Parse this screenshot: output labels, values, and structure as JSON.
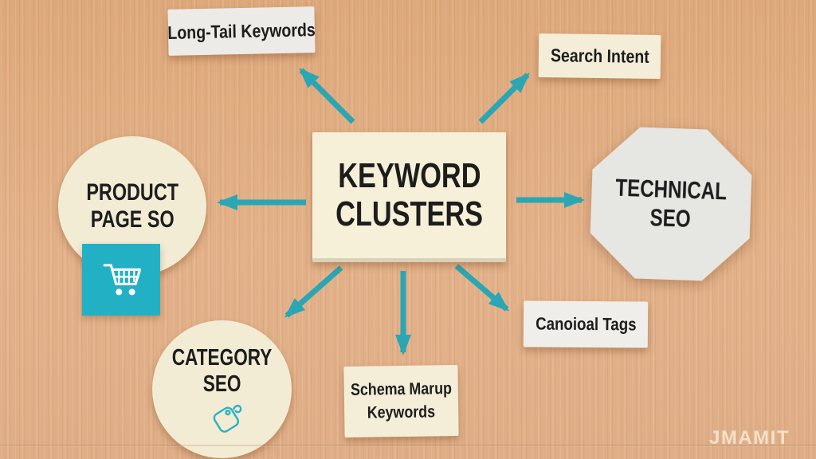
{
  "title": "Keyword Clusters SEO mind map",
  "watermark": "JMAMIT",
  "colors": {
    "teal_arrow": "#2aa6b4",
    "cart_teal": "#22b1c4",
    "tag_teal": "#2ab2c3",
    "cream_card": "#f6f0d9",
    "cream_circle": "#f2ecd5",
    "label_gray": "#ecebe7",
    "octagon_gray": "#e6e6e2",
    "wood_background": "#e0ac81",
    "text": "#1d1d1d"
  },
  "center": {
    "line1": "KEYWORD",
    "line2": "CLUSTERS"
  },
  "nodes": {
    "long_tail": {
      "label": "Long-Tail Keywords",
      "shape": "rectangle"
    },
    "search_intent": {
      "label": "Search Intent",
      "shape": "rectangle"
    },
    "technical": {
      "line1": "TECHNICAL",
      "line2": "SEO",
      "shape": "octagon"
    },
    "product": {
      "line1": "PRODUCT",
      "line2": "PAGE SO",
      "shape": "circle",
      "icon": "shopping-cart-icon"
    },
    "category": {
      "line1": "CATEGORY",
      "line2": "SEO",
      "shape": "circle",
      "icon": "price-tag-icon"
    },
    "schema": {
      "line1": "Schema Marup",
      "line2": "Keywords",
      "shape": "rectangle"
    },
    "canonical": {
      "label": "Canoioal Tags",
      "shape": "rectangle"
    }
  },
  "edges": [
    {
      "from": "keyword-clusters",
      "to": "long-tail-keywords"
    },
    {
      "from": "keyword-clusters",
      "to": "search-intent"
    },
    {
      "from": "keyword-clusters",
      "to": "product-page-seo"
    },
    {
      "from": "keyword-clusters",
      "to": "technical-seo"
    },
    {
      "from": "keyword-clusters",
      "to": "category-seo"
    },
    {
      "from": "keyword-clusters",
      "to": "schema-markup-keywords"
    },
    {
      "from": "keyword-clusters",
      "to": "canonical-tags"
    }
  ]
}
